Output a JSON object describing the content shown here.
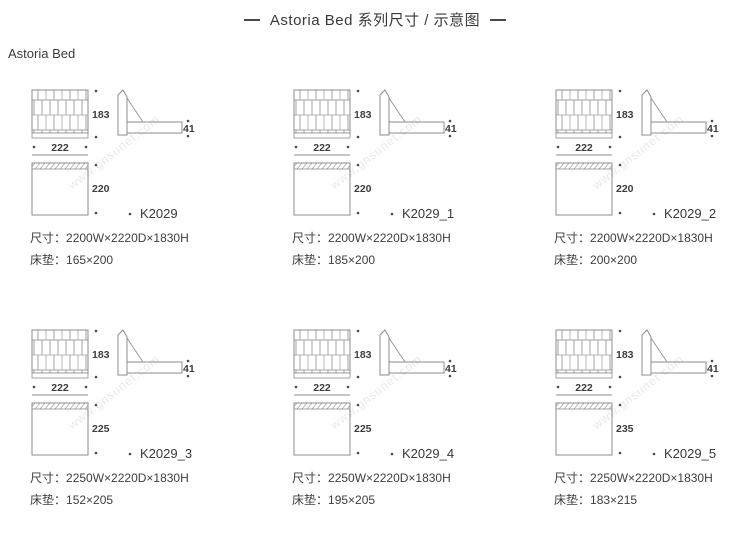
{
  "page": {
    "title": "Astoria Bed 系列尺寸 / 示意图",
    "series_label": "Astoria Bed",
    "watermark": "www.gnsunet.com"
  },
  "labels": {
    "size_prefix": "尺寸：",
    "mattress_prefix": "床垫："
  },
  "products": [
    {
      "model": "K2029",
      "headboard_height": "183",
      "width": "222",
      "base_height": "41",
      "depth": "220",
      "size": "2200W×2220D×1830H",
      "mattress": "165×200"
    },
    {
      "model": "K2029_1",
      "headboard_height": "183",
      "width": "222",
      "base_height": "41",
      "depth": "220",
      "size": "2200W×2220D×1830H",
      "mattress": "185×200"
    },
    {
      "model": "K2029_2",
      "headboard_height": "183",
      "width": "222",
      "base_height": "41",
      "depth": "220",
      "size": "2200W×2220D×1830H",
      "mattress": "200×200"
    },
    {
      "model": "K2029_3",
      "headboard_height": "183",
      "width": "222",
      "base_height": "41",
      "depth": "225",
      "size": "2250W×2220D×1830H",
      "mattress": "152×205"
    },
    {
      "model": "K2029_4",
      "headboard_height": "183",
      "width": "222",
      "base_height": "41",
      "depth": "225",
      "size": "2250W×2220D×1830H",
      "mattress": "195×205"
    },
    {
      "model": "K2029_5",
      "headboard_height": "183",
      "width": "222",
      "base_height": "41",
      "depth": "235",
      "size": "2250W×2220D×1830H",
      "mattress": "183×215"
    }
  ]
}
